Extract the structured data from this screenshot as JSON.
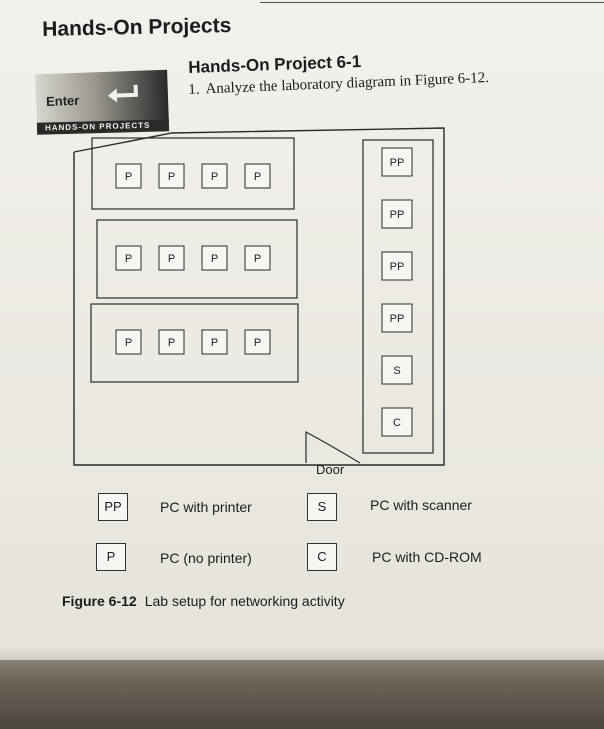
{
  "section": {
    "title": "Hands-On Projects"
  },
  "badge": {
    "enter_label": "Enter",
    "enter_icon": "return-arrow-icon",
    "bar_label": "HANDS-ON PROJECTS"
  },
  "project": {
    "title": "Hands-On Project 6-1",
    "step_number": "1.",
    "step_text": "Analyze the laboratory diagram in Figure 6-12."
  },
  "diagram": {
    "table_rows": [
      [
        "P",
        "P",
        "P",
        "P"
      ],
      [
        "P",
        "P",
        "P",
        "P"
      ],
      [
        "P",
        "P",
        "P",
        "P"
      ]
    ],
    "side_column": [
      "PP",
      "PP",
      "PP",
      "PP",
      "S",
      "C"
    ],
    "door_label": "Door"
  },
  "legend": [
    {
      "code": "PP",
      "text": "PC with printer"
    },
    {
      "code": "S",
      "text": "PC with scanner"
    },
    {
      "code": "P",
      "text": "PC (no printer)"
    },
    {
      "code": "C",
      "text": "PC with CD-ROM"
    }
  ],
  "caption": {
    "number": "Figure 6-12",
    "text": "Lab setup for networking activity"
  },
  "colors": {
    "ink": "#1c1c1c",
    "paper": "#efece6",
    "badge_dark": "#2a2a2a"
  }
}
